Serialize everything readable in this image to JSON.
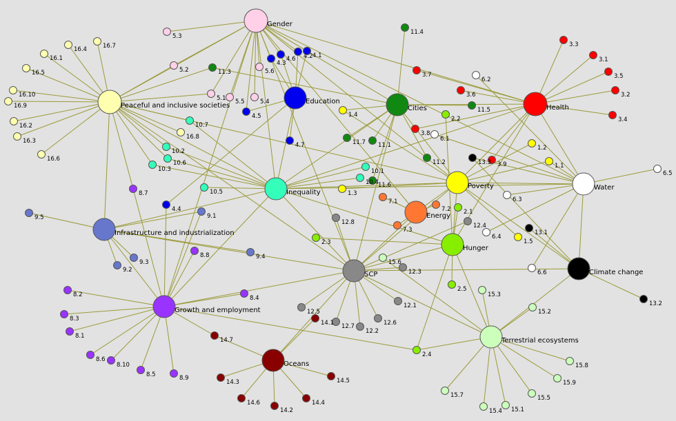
{
  "goals": [
    {
      "id": "gender",
      "label": "Gender",
      "color": "#ffd0e8"
    },
    {
      "id": "peace",
      "label": "Peaceful and inclusive societies",
      "color": "#ffffb0"
    },
    {
      "id": "education",
      "label": "Education",
      "color": "#0000ee"
    },
    {
      "id": "cities",
      "label": "Cities",
      "color": "#118811"
    },
    {
      "id": "health",
      "label": "Health",
      "color": "#ff0000"
    },
    {
      "id": "inequality",
      "label": "Inequality",
      "color": "#33ffbb"
    },
    {
      "id": "poverty",
      "label": "Poverty",
      "color": "#ffff00"
    },
    {
      "id": "water",
      "label": "Water",
      "color": "#ffffff"
    },
    {
      "id": "infrastructure",
      "label": "Infrastructure and industrialization",
      "color": "#6677cc"
    },
    {
      "id": "energy",
      "label": "Energy",
      "color": "#ff7733"
    },
    {
      "id": "hunger",
      "label": "Hunger",
      "color": "#88ee00"
    },
    {
      "id": "scp",
      "label": "SCP",
      "color": "#888888"
    },
    {
      "id": "climate",
      "label": "Climate change",
      "color": "#000000"
    },
    {
      "id": "growth",
      "label": "Growth and employment",
      "color": "#9933ff"
    },
    {
      "id": "terrestrial",
      "label": "Terrestrial ecosystems",
      "color": "#ccffbb"
    },
    {
      "id": "oceans",
      "label": "Oceans",
      "color": "#880000"
    }
  ],
  "targets": [
    {
      "label": "5.3",
      "goal": "gender"
    },
    {
      "label": "5.2",
      "goal": "gender"
    },
    {
      "label": "5.1",
      "goal": "gender"
    },
    {
      "label": "5.5",
      "goal": "gender"
    },
    {
      "label": "5.6",
      "goal": "gender"
    },
    {
      "label": "5.4",
      "goal": "gender"
    },
    {
      "label": "4.3",
      "goal": "education"
    },
    {
      "label": "4.6",
      "goal": "education"
    },
    {
      "label": "4.2",
      "goal": "education"
    },
    {
      "label": "4.1",
      "goal": "education"
    },
    {
      "label": "4.5",
      "goal": "education"
    },
    {
      "label": "4.7",
      "goal": "education"
    },
    {
      "label": "4.4",
      "goal": "education"
    },
    {
      "label": "16.7",
      "goal": "peace"
    },
    {
      "label": "16.4",
      "goal": "peace"
    },
    {
      "label": "16.1",
      "goal": "peace"
    },
    {
      "label": "16.5",
      "goal": "peace"
    },
    {
      "label": "16.10",
      "goal": "peace"
    },
    {
      "label": "16.9",
      "goal": "peace"
    },
    {
      "label": "16.2",
      "goal": "peace"
    },
    {
      "label": "16.3",
      "goal": "peace"
    },
    {
      "label": "16.6",
      "goal": "peace"
    },
    {
      "label": "16.8",
      "goal": "peace"
    },
    {
      "label": "11.4",
      "goal": "cities"
    },
    {
      "label": "11.3",
      "goal": "cities"
    },
    {
      "label": "11.5",
      "goal": "cities"
    },
    {
      "label": "11.7",
      "goal": "cities"
    },
    {
      "label": "11.1",
      "goal": "cities"
    },
    {
      "label": "11.2",
      "goal": "cities"
    },
    {
      "label": "11.6",
      "goal": "cities"
    },
    {
      "label": "3.3",
      "goal": "health"
    },
    {
      "label": "3.1",
      "goal": "health"
    },
    {
      "label": "3.5",
      "goal": "health"
    },
    {
      "label": "3.2",
      "goal": "health"
    },
    {
      "label": "3.4",
      "goal": "health"
    },
    {
      "label": "3.7",
      "goal": "health"
    },
    {
      "label": "3.6",
      "goal": "health"
    },
    {
      "label": "3.8",
      "goal": "health"
    },
    {
      "label": "3.9",
      "goal": "health"
    },
    {
      "label": "6.2",
      "goal": "water"
    },
    {
      "label": "6.1",
      "goal": "water"
    },
    {
      "label": "6.3",
      "goal": "water"
    },
    {
      "label": "6.4",
      "goal": "water"
    },
    {
      "label": "6.6",
      "goal": "water"
    },
    {
      "label": "6.5",
      "goal": "water"
    },
    {
      "label": "1.4",
      "goal": "poverty"
    },
    {
      "label": "1.2",
      "goal": "poverty"
    },
    {
      "label": "1.1",
      "goal": "poverty"
    },
    {
      "label": "1.3",
      "goal": "poverty"
    },
    {
      "label": "1.5",
      "goal": "poverty"
    },
    {
      "label": "10.7",
      "goal": "inequality"
    },
    {
      "label": "10.2",
      "goal": "inequality"
    },
    {
      "label": "10.6",
      "goal": "inequality"
    },
    {
      "label": "10.3",
      "goal": "inequality"
    },
    {
      "label": "10.5",
      "goal": "inequality"
    },
    {
      "label": "10.1",
      "goal": "inequality"
    },
    {
      "label": "10.4",
      "goal": "inequality"
    },
    {
      "label": "13.3",
      "goal": "climate"
    },
    {
      "label": "13.1",
      "goal": "climate"
    },
    {
      "label": "13.2",
      "goal": "climate"
    },
    {
      "label": "2.2",
      "goal": "hunger"
    },
    {
      "label": "2.1",
      "goal": "hunger"
    },
    {
      "label": "2.3",
      "goal": "hunger"
    },
    {
      "label": "2.5",
      "goal": "hunger"
    },
    {
      "label": "2.4",
      "goal": "hunger"
    },
    {
      "label": "7.1",
      "goal": "energy"
    },
    {
      "label": "7.2",
      "goal": "energy"
    },
    {
      "label": "7.3",
      "goal": "energy"
    },
    {
      "label": "12.8",
      "goal": "scp"
    },
    {
      "label": "12.4",
      "goal": "scp"
    },
    {
      "label": "12.3",
      "goal": "scp"
    },
    {
      "label": "12.1",
      "goal": "scp"
    },
    {
      "label": "12.5",
      "goal": "scp"
    },
    {
      "label": "12.7",
      "goal": "scp"
    },
    {
      "label": "12.2",
      "goal": "scp"
    },
    {
      "label": "12.6",
      "goal": "scp"
    },
    {
      "label": "15.6",
      "goal": "terrestrial"
    },
    {
      "label": "15.3",
      "goal": "terrestrial"
    },
    {
      "label": "15.2",
      "goal": "terrestrial"
    },
    {
      "label": "15.8",
      "goal": "terrestrial"
    },
    {
      "label": "15.9",
      "goal": "terrestrial"
    },
    {
      "label": "15.5",
      "goal": "terrestrial"
    },
    {
      "label": "15.1",
      "goal": "terrestrial"
    },
    {
      "label": "15.4",
      "goal": "terrestrial"
    },
    {
      "label": "15.7",
      "goal": "terrestrial"
    },
    {
      "label": "9.5",
      "goal": "infrastructure"
    },
    {
      "label": "9.1",
      "goal": "infrastructure"
    },
    {
      "label": "9.3",
      "goal": "infrastructure"
    },
    {
      "label": "9.2",
      "goal": "infrastructure"
    },
    {
      "label": "9.4",
      "goal": "infrastructure"
    },
    {
      "label": "8.7",
      "goal": "growth"
    },
    {
      "label": "8.8",
      "goal": "growth"
    },
    {
      "label": "8.2",
      "goal": "growth"
    },
    {
      "label": "8.3",
      "goal": "growth"
    },
    {
      "label": "8.1",
      "goal": "growth"
    },
    {
      "label": "8.6",
      "goal": "growth"
    },
    {
      "label": "8.10",
      "goal": "growth"
    },
    {
      "label": "8.5",
      "goal": "growth"
    },
    {
      "label": "8.9",
      "goal": "growth"
    },
    {
      "label": "8.4",
      "goal": "growth"
    },
    {
      "label": "14.7",
      "goal": "oceans"
    },
    {
      "label": "14.1",
      "goal": "oceans"
    },
    {
      "label": "14.3",
      "goal": "oceans"
    },
    {
      "label": "14.6",
      "goal": "oceans"
    },
    {
      "label": "14.2",
      "goal": "oceans"
    },
    {
      "label": "14.4",
      "goal": "oceans"
    },
    {
      "label": "14.5",
      "goal": "oceans"
    }
  ],
  "links": [
    [
      "5.3",
      "gender"
    ],
    [
      "5.2",
      "gender"
    ],
    [
      "5.1",
      "gender"
    ],
    [
      "5.5",
      "gender"
    ],
    [
      "5.6",
      "gender"
    ],
    [
      "5.4",
      "gender"
    ],
    [
      "4.3",
      "gender"
    ],
    [
      "4.6",
      "gender"
    ],
    [
      "4.2",
      "gender"
    ],
    [
      "4.1",
      "gender"
    ],
    [
      "4.5",
      "gender"
    ],
    [
      "4.3",
      "education"
    ],
    [
      "4.6",
      "education"
    ],
    [
      "4.2",
      "education"
    ],
    [
      "4.1",
      "education"
    ],
    [
      "4.5",
      "education"
    ],
    [
      "4.7",
      "education"
    ],
    [
      "4.4",
      "education"
    ],
    [
      "gender",
      "peace"
    ],
    [
      "gender",
      "inequality"
    ],
    [
      "gender",
      "health"
    ],
    [
      "gender",
      "poverty"
    ],
    [
      "gender",
      "water"
    ],
    [
      "gender",
      "cities"
    ],
    [
      "gender",
      "growth"
    ],
    [
      "gender",
      "scp"
    ],
    [
      "gender",
      "energy"
    ],
    [
      "16.7",
      "peace"
    ],
    [
      "16.4",
      "peace"
    ],
    [
      "16.1",
      "peace"
    ],
    [
      "16.5",
      "peace"
    ],
    [
      "16.10",
      "peace"
    ],
    [
      "16.9",
      "peace"
    ],
    [
      "16.2",
      "peace"
    ],
    [
      "16.3",
      "peace"
    ],
    [
      "16.6",
      "peace"
    ],
    [
      "16.8",
      "peace"
    ],
    [
      "5.2",
      "peace"
    ],
    [
      "5.1",
      "peace"
    ],
    [
      "11.3",
      "peace"
    ],
    [
      "10.2",
      "peace"
    ],
    [
      "10.6",
      "peace"
    ],
    [
      "10.3",
      "peace"
    ],
    [
      "10.7",
      "peace"
    ],
    [
      "peace",
      "inequality"
    ],
    [
      "peace",
      "poverty"
    ],
    [
      "peace",
      "infrastructure"
    ],
    [
      "8.7",
      "peace"
    ],
    [
      "peace",
      "scp"
    ],
    [
      "11.4",
      "cities"
    ],
    [
      "11.3",
      "cities"
    ],
    [
      "11.5",
      "cities"
    ],
    [
      "11.7",
      "cities"
    ],
    [
      "11.1",
      "cities"
    ],
    [
      "11.2",
      "cities"
    ],
    [
      "11.6",
      "cities"
    ],
    [
      "cities",
      "inequality"
    ],
    [
      "cities",
      "scp"
    ],
    [
      "cities",
      "poverty"
    ],
    [
      "cities",
      "health"
    ],
    [
      "1.4",
      "cities"
    ],
    [
      "3.3",
      "health"
    ],
    [
      "3.1",
      "health"
    ],
    [
      "3.5",
      "health"
    ],
    [
      "3.2",
      "health"
    ],
    [
      "3.4",
      "health"
    ],
    [
      "3.7",
      "health"
    ],
    [
      "3.6",
      "health"
    ],
    [
      "3.8",
      "health"
    ],
    [
      "3.9",
      "health"
    ],
    [
      "health",
      "poverty"
    ],
    [
      "health",
      "hunger"
    ],
    [
      "health",
      "inequality"
    ],
    [
      "6.2",
      "water"
    ],
    [
      "6.1",
      "water"
    ],
    [
      "6.3",
      "water"
    ],
    [
      "6.4",
      "water"
    ],
    [
      "6.6",
      "water"
    ],
    [
      "6.5",
      "water"
    ],
    [
      "1.1",
      "water"
    ],
    [
      "13.3",
      "water"
    ],
    [
      "water",
      "poverty"
    ],
    [
      "water",
      "health"
    ],
    [
      "water",
      "inequality"
    ],
    [
      "1.4",
      "poverty"
    ],
    [
      "1.2",
      "poverty"
    ],
    [
      "1.1",
      "poverty"
    ],
    [
      "1.3",
      "poverty"
    ],
    [
      "1.5",
      "poverty"
    ],
    [
      "poverty",
      "inequality"
    ],
    [
      "poverty",
      "hunger"
    ],
    [
      "poverty",
      "scp"
    ],
    [
      "poverty",
      "energy"
    ],
    [
      "poverty",
      "climate"
    ],
    [
      "10.7",
      "inequality"
    ],
    [
      "10.2",
      "inequality"
    ],
    [
      "10.6",
      "inequality"
    ],
    [
      "10.3",
      "inequality"
    ],
    [
      "10.5",
      "inequality"
    ],
    [
      "10.1",
      "inequality"
    ],
    [
      "10.4",
      "inequality"
    ],
    [
      "inequality",
      "education"
    ],
    [
      "inequality",
      "scp"
    ],
    [
      "inequality",
      "infrastructure"
    ],
    [
      "inequality",
      "growth"
    ],
    [
      "inequality",
      "hunger"
    ],
    [
      "13.3",
      "climate"
    ],
    [
      "13.1",
      "climate"
    ],
    [
      "13.2",
      "climate"
    ],
    [
      "climate",
      "water"
    ],
    [
      "climate",
      "scp"
    ],
    [
      "climate",
      "terrestrial"
    ],
    [
      "2.2",
      "hunger"
    ],
    [
      "2.1",
      "hunger"
    ],
    [
      "2.3",
      "hunger"
    ],
    [
      "2.5",
      "hunger"
    ],
    [
      "2.4",
      "hunger"
    ],
    [
      "hunger",
      "scp"
    ],
    [
      "hunger",
      "terrestrial"
    ],
    [
      "7.1",
      "energy"
    ],
    [
      "7.2",
      "energy"
    ],
    [
      "7.3",
      "energy"
    ],
    [
      "energy",
      "scp"
    ],
    [
      "12.8",
      "scp"
    ],
    [
      "12.4",
      "scp"
    ],
    [
      "12.3",
      "scp"
    ],
    [
      "12.1",
      "scp"
    ],
    [
      "12.5",
      "scp"
    ],
    [
      "12.7",
      "scp"
    ],
    [
      "12.2",
      "scp"
    ],
    [
      "12.6",
      "scp"
    ],
    [
      "scp",
      "growth"
    ],
    [
      "scp",
      "terrestrial"
    ],
    [
      "scp",
      "oceans"
    ],
    [
      "scp",
      "infrastructure"
    ],
    [
      "15.6",
      "terrestrial"
    ],
    [
      "15.3",
      "terrestrial"
    ],
    [
      "15.2",
      "terrestrial"
    ],
    [
      "15.8",
      "terrestrial"
    ],
    [
      "15.9",
      "terrestrial"
    ],
    [
      "15.5",
      "terrestrial"
    ],
    [
      "15.1",
      "terrestrial"
    ],
    [
      "15.4",
      "terrestrial"
    ],
    [
      "15.7",
      "terrestrial"
    ],
    [
      "2.4",
      "terrestrial"
    ],
    [
      "9.5",
      "infrastructure"
    ],
    [
      "9.1",
      "infrastructure"
    ],
    [
      "9.3",
      "infrastructure"
    ],
    [
      "9.2",
      "infrastructure"
    ],
    [
      "9.4",
      "infrastructure"
    ],
    [
      "infrastructure",
      "growth"
    ],
    [
      "4.4",
      "growth"
    ],
    [
      "8.7",
      "growth"
    ],
    [
      "8.8",
      "growth"
    ],
    [
      "8.2",
      "growth"
    ],
    [
      "8.3",
      "growth"
    ],
    [
      "8.1",
      "growth"
    ],
    [
      "8.6",
      "growth"
    ],
    [
      "8.10",
      "growth"
    ],
    [
      "8.5",
      "growth"
    ],
    [
      "8.9",
      "growth"
    ],
    [
      "8.4",
      "growth"
    ],
    [
      "9.1",
      "growth"
    ],
    [
      "2.4",
      "growth"
    ],
    [
      "14.7",
      "oceans"
    ],
    [
      "14.1",
      "oceans"
    ],
    [
      "14.3",
      "oceans"
    ],
    [
      "14.6",
      "oceans"
    ],
    [
      "14.2",
      "oceans"
    ],
    [
      "14.4",
      "oceans"
    ],
    [
      "14.5",
      "oceans"
    ],
    [
      "14.7",
      "growth"
    ]
  ]
}
